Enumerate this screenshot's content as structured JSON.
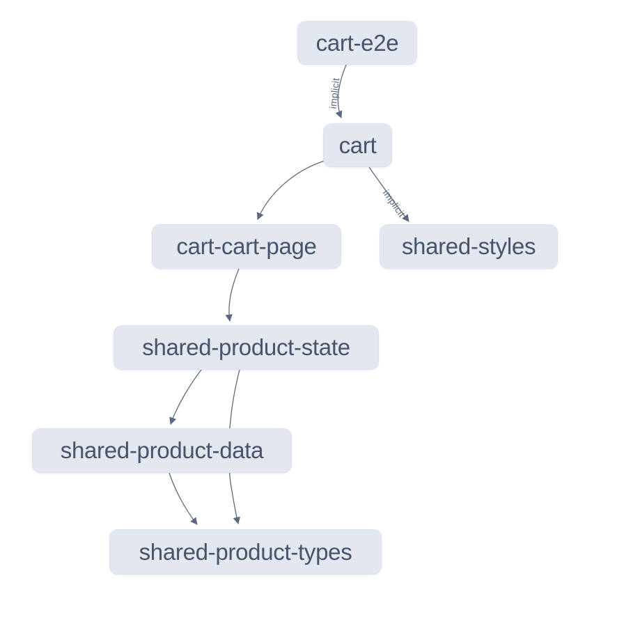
{
  "diagram": {
    "kind": "project-dependency-graph",
    "background_color": "#ffffff",
    "node_fill_color": "#e3e8f0",
    "node_text_color": "#47526b",
    "edge_color": "#5b6880",
    "edge_label_color": "#5b6880"
  },
  "nodes": [
    {
      "id": "cart-e2e",
      "label": "cart-e2e"
    },
    {
      "id": "cart",
      "label": "cart"
    },
    {
      "id": "cart-cart-page",
      "label": "cart-cart-page"
    },
    {
      "id": "shared-styles",
      "label": "shared-styles"
    },
    {
      "id": "shared-product-state",
      "label": "shared-product-state"
    },
    {
      "id": "shared-product-data",
      "label": "shared-product-data"
    },
    {
      "id": "shared-product-types",
      "label": "shared-product-types"
    }
  ],
  "edges": [
    {
      "source": "cart-e2e",
      "target": "cart",
      "label": "implicit"
    },
    {
      "source": "cart",
      "target": "cart-cart-page",
      "label": ""
    },
    {
      "source": "cart",
      "target": "shared-styles",
      "label": "implicit"
    },
    {
      "source": "cart-cart-page",
      "target": "shared-product-state",
      "label": ""
    },
    {
      "source": "shared-product-state",
      "target": "shared-product-data",
      "label": ""
    },
    {
      "source": "shared-product-state",
      "target": "shared-product-types",
      "label": ""
    },
    {
      "source": "shared-product-data",
      "target": "shared-product-types",
      "label": ""
    }
  ]
}
